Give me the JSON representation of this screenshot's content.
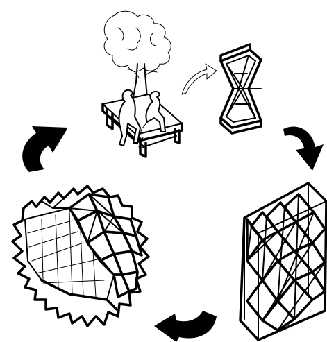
{
  "diagram": {
    "nodes": [
      {
        "id": "bench-scene",
        "icon": "bench-with-tree-and-people-illustration"
      },
      {
        "id": "module",
        "icon": "lattice-module-illustration"
      },
      {
        "id": "panel",
        "icon": "lattice-panel-illustration"
      },
      {
        "id": "pavilion",
        "icon": "lattice-pavilion-illustration"
      }
    ],
    "arrows": [
      {
        "id": "arrow-right",
        "icon": "curved-arrow-icon"
      },
      {
        "id": "arrow-bottom",
        "icon": "curved-arrow-icon"
      },
      {
        "id": "arrow-left",
        "icon": "curved-arrow-icon"
      },
      {
        "id": "arrow-small",
        "icon": "small-outline-arrow-icon"
      }
    ],
    "colors": {
      "ink": "#000000",
      "background": "#ffffff"
    }
  }
}
